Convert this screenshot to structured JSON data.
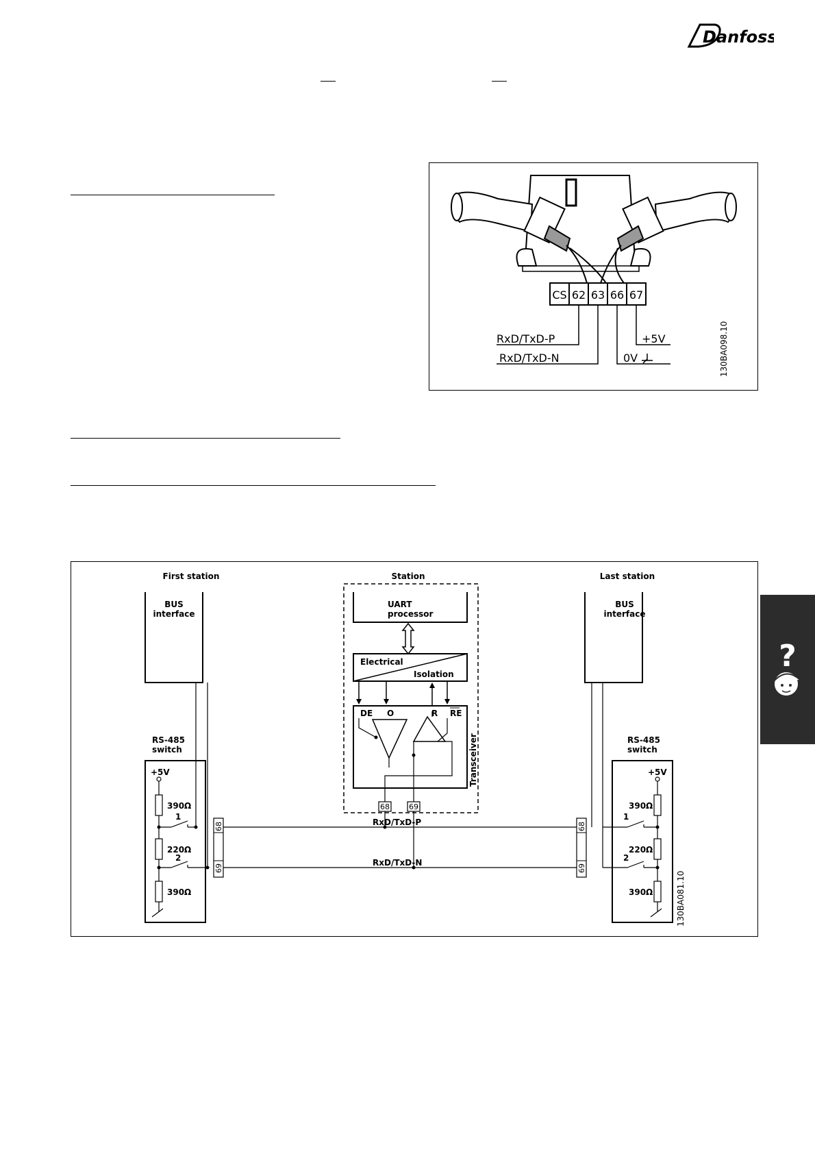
{
  "header": {
    "logo_text": "Danfoss"
  },
  "figure_connector": {
    "terminals": [
      "CS",
      "62",
      "63",
      "66",
      "67"
    ],
    "signal_p": "RxD/TxD-P",
    "signal_n": "RxD/TxD-N",
    "plus5v": "+5V",
    "zero_v": "0V",
    "figure_id": "130BA098.10"
  },
  "figure_bus": {
    "first_station": "First station",
    "station": "Station",
    "last_station": "Last station",
    "bus_interface": [
      "BUS",
      "interface"
    ],
    "uart": [
      "UART",
      "processor"
    ],
    "electrical": "Electrical",
    "isolation": "Isolation",
    "transceiver": "Transceiver",
    "pins": {
      "de": "DE",
      "o": "O",
      "r": "R",
      "re": "RE"
    },
    "rs485_switch": [
      "RS-485",
      "switch"
    ],
    "plus5v": "+5V",
    "r1": "390Ω",
    "r2": "220Ω",
    "r3": "390Ω",
    "switch1": "1",
    "switch2": "2",
    "term_68": "68",
    "term_69": "69",
    "line_p": "RxD/TxD-P",
    "line_n": "RxD/TxD-N",
    "figure_id": "130BA081.10"
  },
  "side_tab": {
    "icon": "question-mark-icon"
  }
}
